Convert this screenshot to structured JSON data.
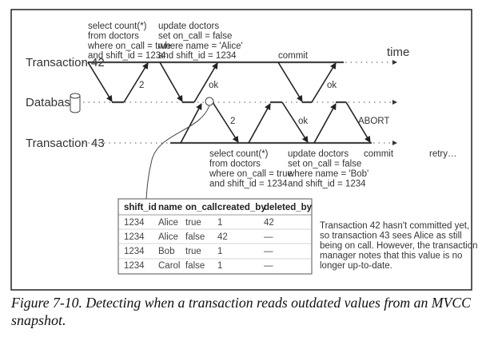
{
  "timelines": {
    "t42": "Transaction 42",
    "db": "Database",
    "t43": "Transaction 43",
    "time": "time"
  },
  "t42_ops": [
    {
      "lines": [
        "select count(*)",
        "from doctors",
        "where on_call = true",
        "and shift_id = 1234"
      ],
      "reply": "2"
    },
    {
      "lines": [
        "update doctors",
        "set on_call = false",
        "where name = 'Alice'",
        "and shift_id = 1234"
      ],
      "reply": "ok"
    },
    {
      "lines": [
        "commit"
      ],
      "reply": "ok"
    }
  ],
  "t43_ops": [
    {
      "lines": [
        "select count(*)",
        "from doctors",
        "where on_call = true",
        "and shift_id = 1234"
      ],
      "reply": "2"
    },
    {
      "lines": [
        "update doctors",
        "set on_call = false",
        "where name = 'Bob'",
        "and shift_id = 1234"
      ],
      "reply": "ok"
    },
    {
      "lines": [
        "commit"
      ],
      "reply": "ABORT"
    },
    {
      "lines": [
        "retry…"
      ]
    }
  ],
  "table": {
    "headers": [
      "shift_id",
      "name",
      "on_call",
      "created_by",
      "deleted_by"
    ],
    "rows": [
      [
        "1234",
        "Alice",
        "true",
        "1",
        "42"
      ],
      [
        "1234",
        "Alice",
        "false",
        "42",
        "—"
      ],
      [
        "1234",
        "Bob",
        "true",
        "1",
        "—"
      ],
      [
        "1234",
        "Carol",
        "false",
        "1",
        "—"
      ]
    ]
  },
  "note": [
    "Transaction 42 hasn't committed yet,",
    "so transaction 43 sees Alice as still",
    "being on call. However, the transaction",
    "manager notes that this value is no",
    "longer up-to-date."
  ],
  "caption": [
    "Figure 7-10. Detecting when a transaction reads outdated values from an MVCC",
    "snapshot."
  ]
}
